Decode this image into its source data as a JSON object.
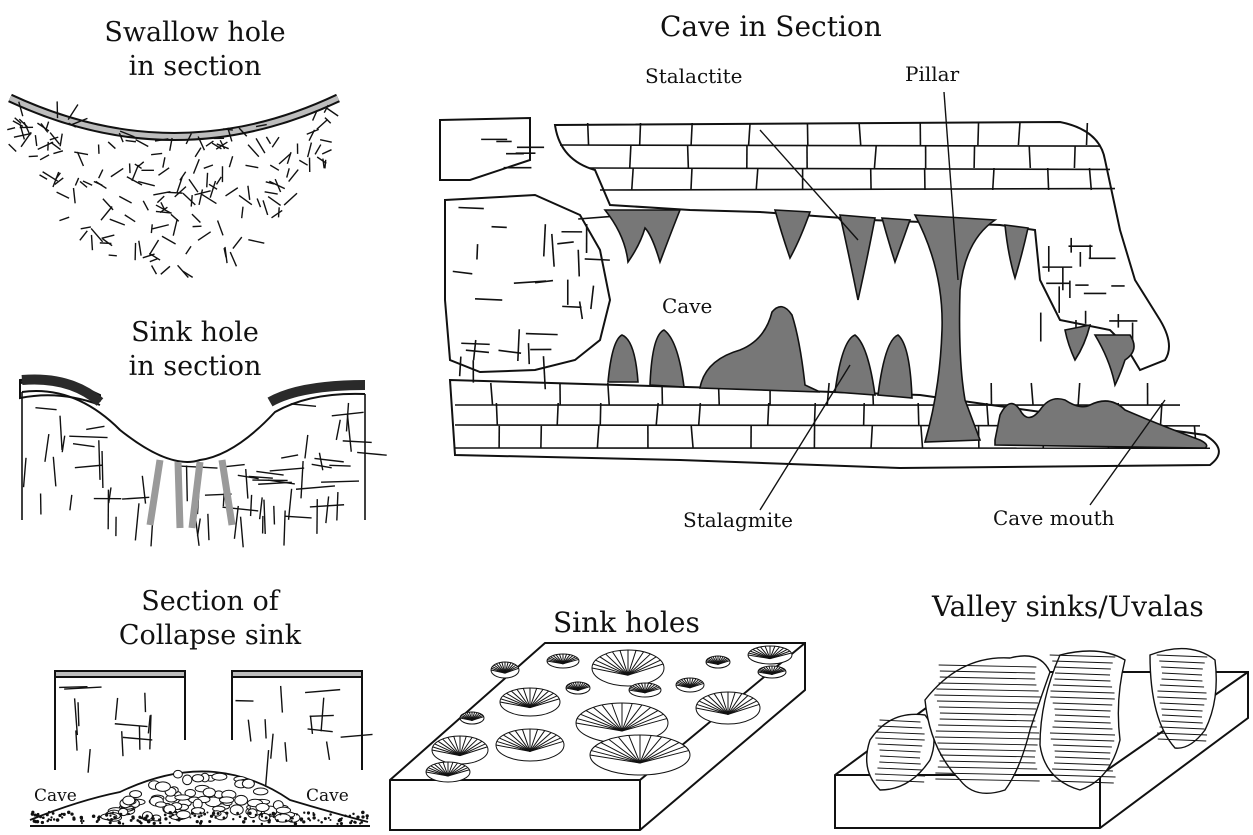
{
  "panels": {
    "swallow": {
      "title_line1": "Swallow hole",
      "title_line2": "in section"
    },
    "sink": {
      "title_line1": "Sink hole",
      "title_line2": "in section"
    },
    "collapse": {
      "title_line1": "Section of",
      "title_line2": "Collapse sink",
      "label_left": "Cave",
      "label_right": "Cave"
    },
    "cave": {
      "title": "Cave in Section",
      "labels": {
        "stalactite": "Stalactite",
        "pillar": "Pillar",
        "cave": "Cave",
        "stalagmite": "Stalagmite",
        "cave_mouth": "Cave mouth"
      }
    },
    "sinkholes": {
      "title": "Sink holes"
    },
    "uvalas": {
      "title": "Valley sinks/Uvalas"
    }
  },
  "colors": {
    "ink": "#111111",
    "fill_grey": "#7a7a7a",
    "soil_dark": "#2a2a2a",
    "soil_light": "#bdbdbd"
  }
}
